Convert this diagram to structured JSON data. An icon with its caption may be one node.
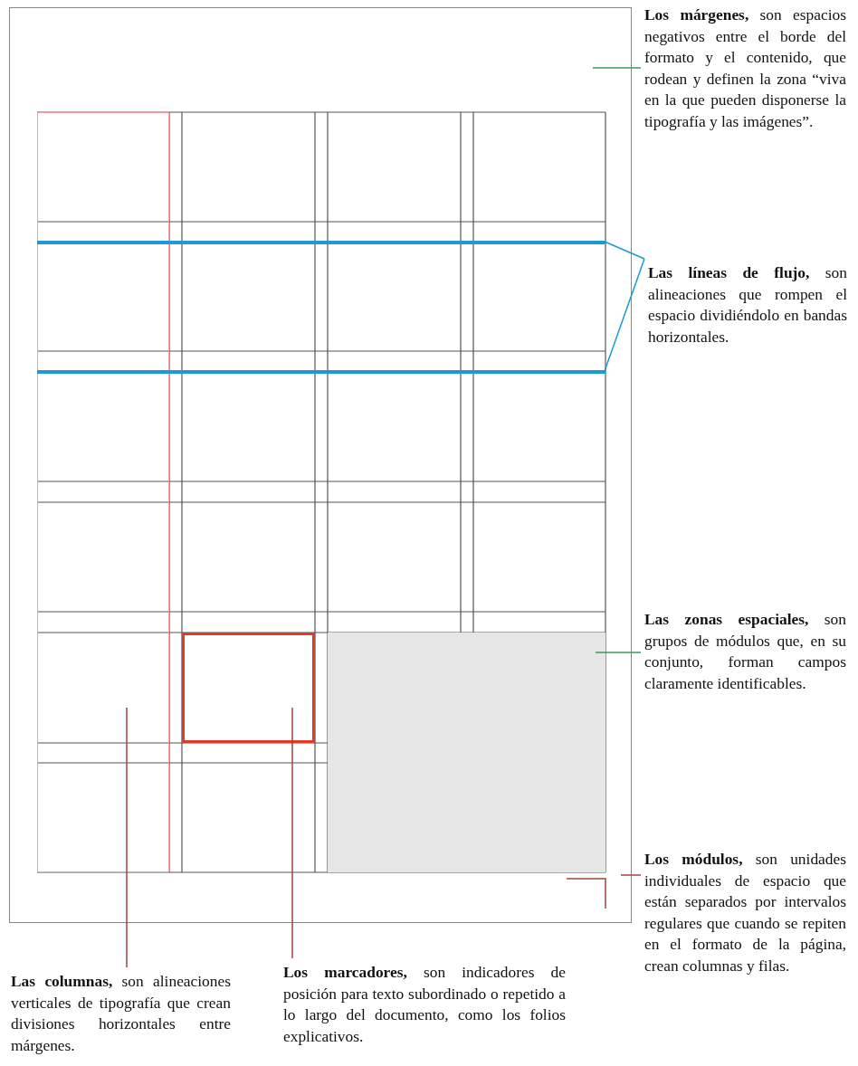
{
  "diagram": {
    "nodes": [
      {
        "text": [],
        "shape": "box"
      },
      {
        "text": [
          "**Los márgenes,** son espacios negativos entre el borde del formato y el contenido, que rodean y definen la zona “viva en la que pueden disponerse la tipografía y las imágenes”."
        ]
      },
      {
        "text": [
          "**Las líneas de flujo,** son alineaciones que rompen el espacio dividiéndolo en bandas horizontales."
        ]
      },
      {
        "text": [
          "**Las zonas espaciales,** son grupos de módulos que, en su conjunto, forman campos claramente identificables."
        ]
      },
      {
        "text": [
          "**Los módulos,** son unidades individuales de espacio que están separados por intervalos regulares que cuando se repiten en el formato de la página, crean columnas y filas."
        ]
      },
      {
        "text": [
          "**Las columnas,** son alineaciones verticales de tipografía que crean divisiones horizontales entre márgenes."
        ]
      },
      {
        "text": [
          "**Los marcadores,** son indicadores de posición para texto subordinado o repetido a lo largo del documento, como los folios explicativos."
        ]
      },
      {
        "text": [],
        "shape": "box",
        "in": 0
      },
      {
        "text": [],
        "shape": "box",
        "in": 0
      },
      {
        "text": [],
        "shape": "box",
        "in": 0
      },
      {
        "text": [],
        "shape": "bar",
        "in": 0
      },
      {
        "text": [],
        "shape": "bar",
        "in": 0
      }
    ],
    "edges": [
      {
        "from": 1,
        "to": 0,
        "arrow": "none",
        "color": "#3a9a5c"
      },
      {
        "from": 2,
        "to": 10,
        "arrow": "none",
        "color": "#1a9ad6"
      },
      {
        "from": 2,
        "to": 11,
        "arrow": "none",
        "color": "#1a9ad6"
      },
      {
        "from": 3,
        "to": 9,
        "arrow": "none",
        "color": "#3a9a5c"
      },
      {
        "from": 4,
        "to": 0,
        "arrow": "none"
      },
      {
        "from": 5,
        "to": 7,
        "arrow": "none"
      },
      {
        "from": 6,
        "to": 8,
        "arrow": "none"
      }
    ]
  }
}
